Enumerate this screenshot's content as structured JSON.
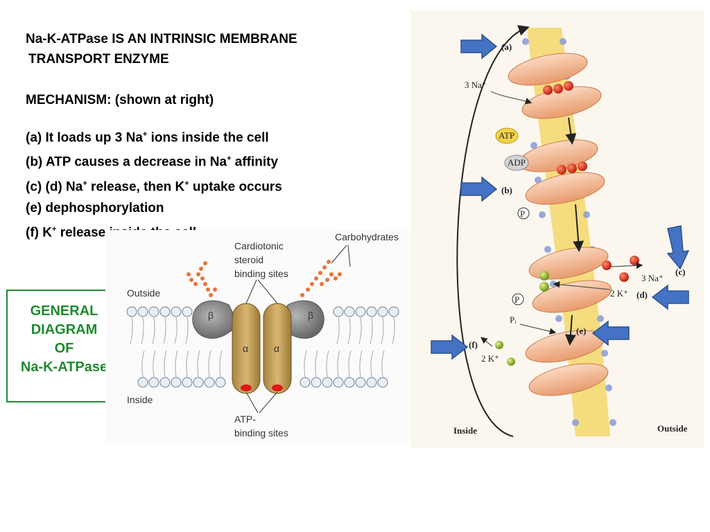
{
  "heading": {
    "line1": "Na-K-ATPase IS AN INTRINSIC MEMBRANE",
    "line2": "TRANSPORT ENZYME"
  },
  "mechanism": "MECHANISM: (shown at right)",
  "steps": [
    {
      "pre": "(a) It loads up 3 Na",
      "sup": "+",
      "post": " ions inside the cell"
    },
    {
      "pre": "(b) ATP causes a decrease in Na",
      "sup": "+",
      "post": " affinity"
    },
    {
      "pre": "(c) (d) Na",
      "sup": "+",
      "mid": " release, then K",
      "sup2": "+",
      "post": " uptake occurs"
    },
    {
      "pre": "(e) dephosphorylation"
    },
    {
      "pre": "(f)  K",
      "sup": "+",
      "post": " release inside the cell"
    }
  ],
  "general_box": [
    "GENERAL",
    "DIAGRAM",
    "OF",
    "Na-K-ATPase"
  ],
  "general_diagram": {
    "outside": "Outside",
    "inside": "Inside",
    "carbohydrates": "Carbohydrates",
    "cardiotonic": [
      "Cardiotonic",
      "steroid",
      "binding sites"
    ],
    "atp_sites": [
      "ATP-",
      "binding sites"
    ],
    "beta": "β",
    "alpha": "α"
  },
  "mechanism_diagram": {
    "a": "(a)",
    "b": "(b)",
    "c": "(c)",
    "d": "(d)",
    "e": "(e)",
    "f": "(f)",
    "na_in": "3 Na⁺",
    "na_out": "3 Na⁺",
    "k_out": "2 K⁺",
    "k_in": "2 K⁺",
    "atp": "ATP",
    "adp": "ADP",
    "p": "P",
    "pi": "Pᵢ",
    "inside": "Inside",
    "outside": "Outside"
  },
  "colors": {
    "arrow_blue": "#4472c4",
    "green_box": "#1e8a2e",
    "protein_tan": "#c9a05a",
    "beta_gray": "#8a8a8a",
    "enzyme_salmon": "#f2b28e",
    "sodium_red": "#d9301e",
    "potassium_green": "#9abb35"
  }
}
